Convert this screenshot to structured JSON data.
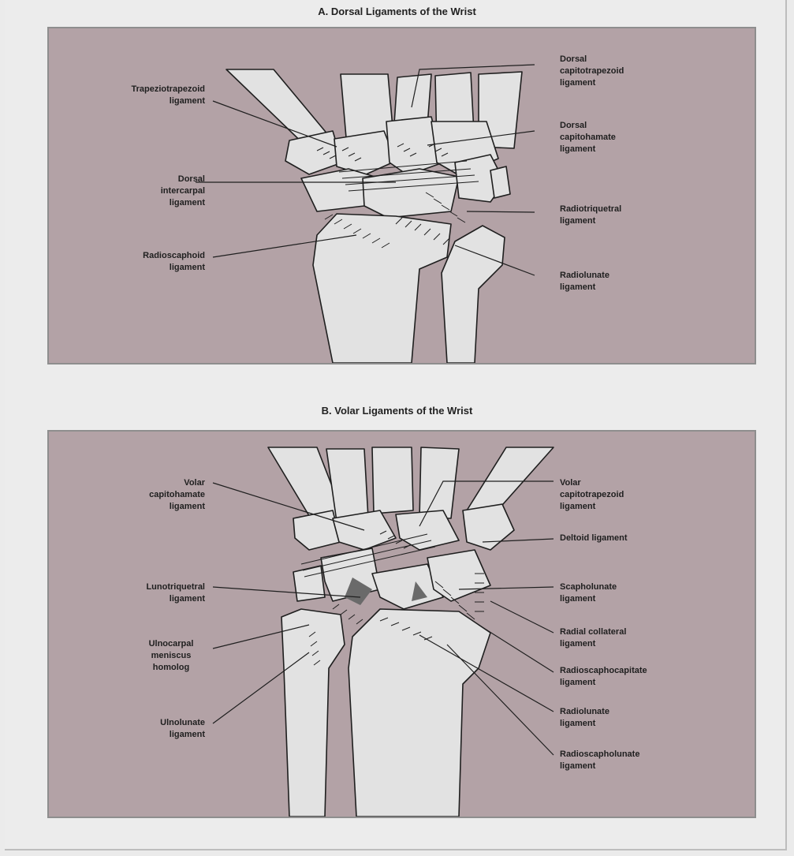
{
  "figure_a": {
    "title": "A. Dorsal Ligaments of the Wrist",
    "labels": {
      "trapeziotrapezoid": [
        "Trapeziotrapezoid",
        "ligament"
      ],
      "dorsal_capitotrapezoid": [
        "Dorsal",
        "capitotrapezoid",
        "ligament"
      ],
      "dorsal_capitohamate": [
        "Dorsal",
        "capitohamate",
        "ligament"
      ],
      "dorsal_intercarpal": [
        "Dorsal",
        "intercarpal",
        "ligament"
      ],
      "radiotriquetral": [
        "Radiotriquetral",
        "ligament"
      ],
      "radioscaphoid": [
        "Radioscaphoid",
        "ligament"
      ],
      "radiolunate": [
        "Radiolunate",
        "ligament"
      ]
    }
  },
  "figure_b": {
    "title": "B. Volar Ligaments of the Wrist",
    "labels": {
      "volar_capitohamate": [
        "Volar",
        "capitohamate",
        "ligament"
      ],
      "volar_capitotrapezoid": [
        "Volar",
        "capitotrapezoid",
        "ligament"
      ],
      "deltoid": [
        "Deltoid ligament"
      ],
      "lunotriquetral": [
        "Lunotriquetral",
        "ligament"
      ],
      "scapholunate": [
        "Scapholunate",
        "ligament"
      ],
      "radial_collateral": [
        "Radial collateral",
        "ligament"
      ],
      "ulnocarpal_meniscus": [
        "Ulnocarpal",
        "meniscus",
        "homolog"
      ],
      "radioscaphocapitate": [
        "Radioscaphocapitate",
        "ligament"
      ],
      "radiolunate": [
        "Radiolunate",
        "ligament"
      ],
      "ulnolunate": [
        "Ulnolunate",
        "ligament"
      ],
      "radioscapholunate": [
        "Radioscapholunate",
        "ligament"
      ]
    }
  },
  "colors": {
    "panel_bg": "#b3a2a6",
    "bone": "#e2e2e2",
    "outline": "#1f1f1f"
  }
}
